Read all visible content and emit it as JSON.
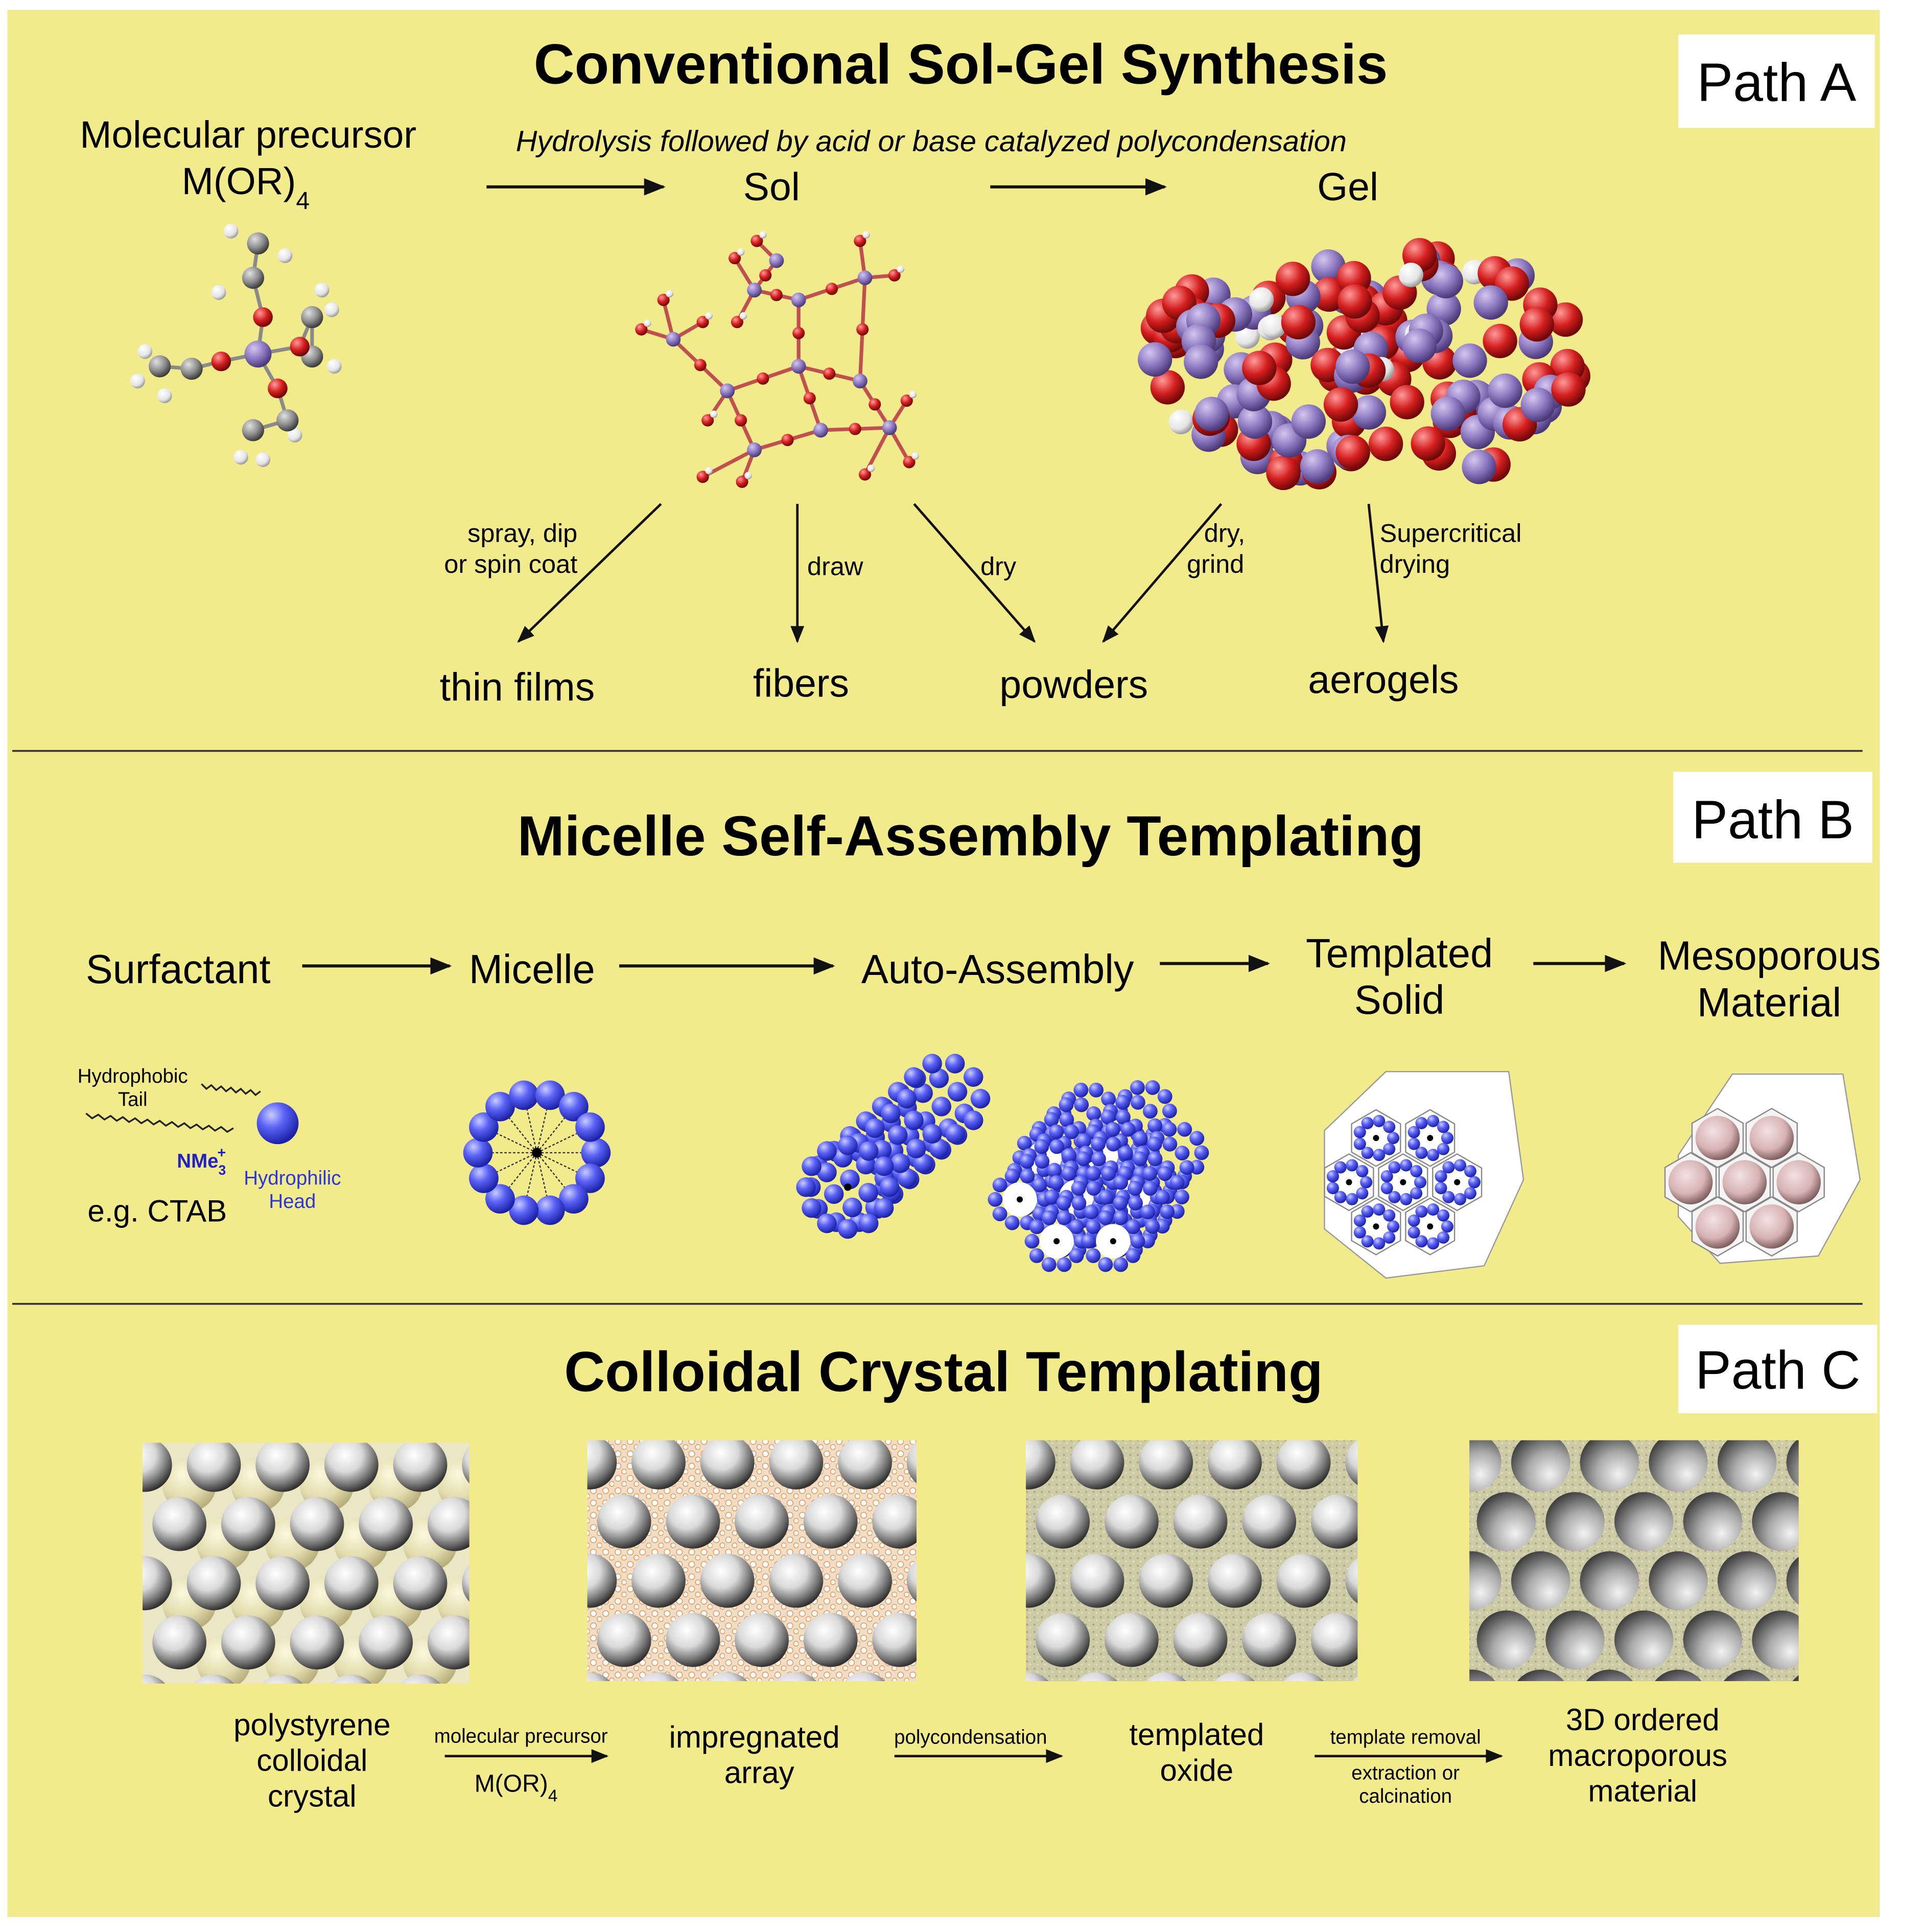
{
  "colors": {
    "background": "#f2eb8c",
    "silicon": "#8d78c0",
    "oxygen": "#d41e1e",
    "hydrogen": "#f2f2f2",
    "carbon": "#8a8a8a",
    "surfactant_head": "#3e44e8",
    "sphere_light": "#ffffff",
    "sphere_dark": "#3a3a3a",
    "pore_pink": "#d7b3b3"
  },
  "path_a": {
    "badge": "Path A",
    "title": "Conventional Sol-Gel Synthesis",
    "precursor_label_line1": "Molecular precursor",
    "precursor_label_line2": "M(OR)",
    "precursor_subscript": "4",
    "reaction_note": "Hydrolysis followed by acid or base catalyzed polycondensation",
    "sol_label": "Sol",
    "gel_label": "Gel",
    "process_spray_line1": "spray, dip",
    "process_spray_line2": "or spin coat",
    "process_draw": "draw",
    "process_dry": "dry",
    "process_dry_grind_line1": "dry,",
    "process_dry_grind_line2": "grind",
    "process_supercritical_line1": "Supercritical",
    "process_supercritical_line2": "drying",
    "product_thin_films": "thin films",
    "product_fibers": "fibers",
    "product_powders": "powders",
    "product_aerogels": "aerogels"
  },
  "path_b": {
    "badge": "Path B",
    "title": "Micelle Self-Assembly Templating",
    "stage_surfactant": "Surfactant",
    "stage_micelle": "Micelle",
    "stage_auto_assembly": "Auto-Assembly",
    "stage_templated_line1": "Templated",
    "stage_templated_line2": "Solid",
    "stage_mesoporous_line1": "Mesoporous",
    "stage_mesoporous_line2": "Material",
    "tail_label_line1": "Hydrophobic",
    "tail_label_line2": "Tail",
    "head_group": "NMe",
    "head_group_sub": "3",
    "head_group_sup": "+",
    "head_label_line1": "Hydrophilic",
    "head_label_line2": "Head",
    "example": "e.g. CTAB"
  },
  "path_c": {
    "badge": "Path C",
    "title": "Colloidal Crystal Templating",
    "panel1_line1": "polystyrene",
    "panel1_line2": "colloidal",
    "panel1_line3": "crystal",
    "step1_top": "molecular precursor",
    "step1_bottom": "M(OR)",
    "step1_bottom_sub": "4",
    "panel2_line1": "impregnated",
    "panel2_line2": "array",
    "step2_top": "polycondensation",
    "panel3_line1": "templated",
    "panel3_line2": "oxide",
    "step3_top": "template removal",
    "step3_bottom_line1": "extraction or",
    "step3_bottom_line2": "calcination",
    "panel4_line1": "3D ordered",
    "panel4_line2": "macroporous",
    "panel4_line3": "material"
  }
}
